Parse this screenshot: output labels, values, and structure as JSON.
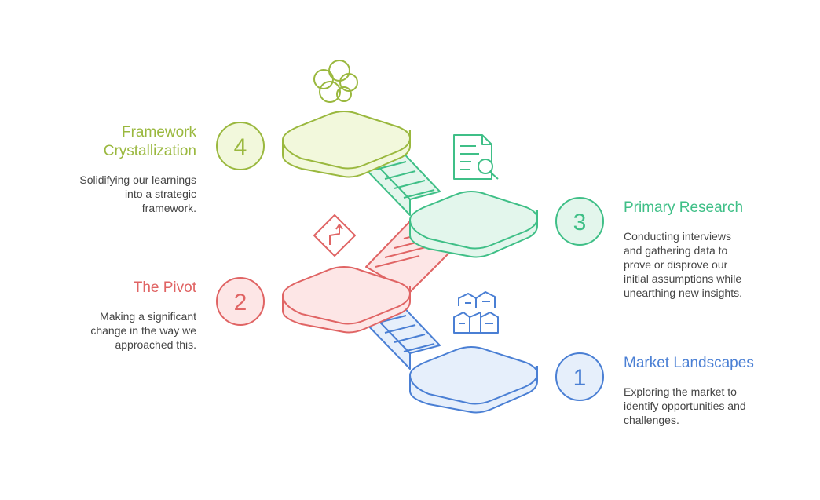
{
  "steps": [
    {
      "number": "1",
      "title": "Market Landscapes",
      "description": "Exploring the market to\nidentify opportunities and\nchallenges.",
      "icon": "buildings-icon",
      "color": "#4a7fd4",
      "fill": "#e6effb"
    },
    {
      "number": "2",
      "title": "The Pivot",
      "description": "Making a significant\nchange in the way we\napproached this.",
      "icon": "turn-sign-icon",
      "color": "#e06464",
      "fill": "#fde6e6"
    },
    {
      "number": "3",
      "title": "Primary Research",
      "description": "Conducting interviews\nand gathering data to\nprove or disprove our\ninitial assumptions while\nunearthing new insights.",
      "icon": "document-search-icon",
      "color": "#3fbf87",
      "fill": "#e3f6ec"
    },
    {
      "number": "4",
      "title": "Framework Crystallization",
      "title_lines": [
        "Framework",
        "Crystallization"
      ],
      "description": "Solidifying our learnings\ninto a strategic\nframework.",
      "icon": "cluster-icon",
      "color": "#9ab83e",
      "fill": "#f2f8dc"
    }
  ]
}
